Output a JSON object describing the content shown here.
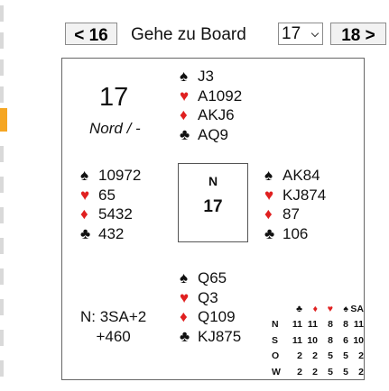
{
  "nav": {
    "prev_label": "< 16",
    "goto_label": "Gehe zu Board",
    "select_value": "17",
    "next_label": "18 >"
  },
  "board": {
    "number": "17",
    "dealer_vul": "Nord / -"
  },
  "hands": {
    "north": {
      "spades": "J3",
      "hearts": "A1092",
      "diamonds": "AKJ6",
      "clubs": "AQ9"
    },
    "west": {
      "spades": "10972",
      "hearts": "65",
      "diamonds": "5432",
      "clubs": "432"
    },
    "east": {
      "spades": "AK84",
      "hearts": "KJ874",
      "diamonds": "87",
      "clubs": "106"
    },
    "south": {
      "spades": "Q65",
      "hearts": "Q3",
      "diamonds": "Q109",
      "clubs": "KJ875"
    }
  },
  "compass": {
    "north_label": "N",
    "center_number": "17"
  },
  "result": {
    "contract": "N: 3SA+2",
    "score": "+460"
  },
  "suit_symbols": {
    "spades": "♠",
    "hearts": "♥",
    "diamonds": "♦",
    "clubs": "♣"
  },
  "tricks_table": {
    "header": [
      "",
      "♣",
      "♦",
      "♥",
      "♠",
      "SA"
    ],
    "rows": [
      [
        "N",
        "11",
        "11",
        "8",
        "8",
        "11"
      ],
      [
        "S",
        "11",
        "10",
        "8",
        "6",
        "10"
      ],
      [
        "O",
        "2",
        "2",
        "5",
        "5",
        "2"
      ],
      [
        "W",
        "2",
        "2",
        "5",
        "5",
        "2"
      ]
    ]
  },
  "colors": {
    "red_suit": "#e02020",
    "black_suit": "#111111",
    "selected_tab": "#f5a623"
  }
}
